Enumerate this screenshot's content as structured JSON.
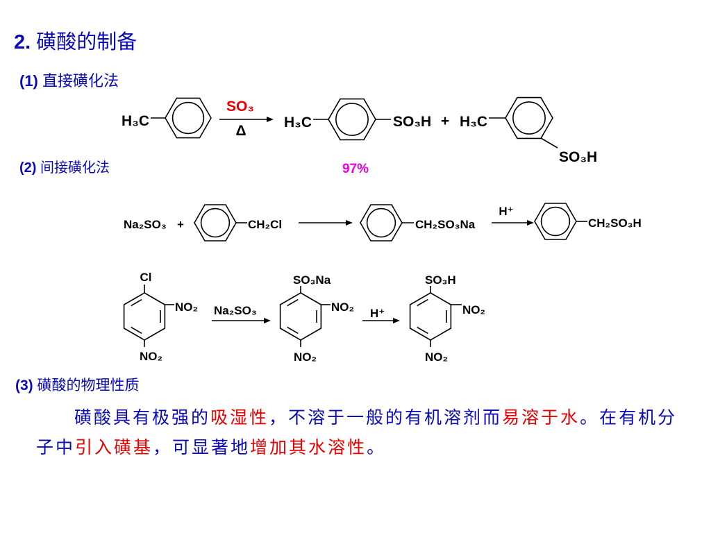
{
  "colors": {
    "heading": "#0a0ab4",
    "highlight": "#e60000",
    "reagent": "#e60000",
    "yield": "#e600e6",
    "structure": "#000000"
  },
  "heading": {
    "number": "2.",
    "title": "磺酸的制备"
  },
  "sections": {
    "direct": {
      "number": "(1)",
      "title": "直接磺化法"
    },
    "indirect": {
      "number": "(2)",
      "title": "间接磺化法"
    },
    "properties": {
      "number": "(3)",
      "title": "磺酸的物理性质"
    }
  },
  "reaction_direct": {
    "reactant": "H₃C",
    "reagent": "SO₃",
    "condition": "Δ",
    "para_product": {
      "methyl": "H₃C",
      "sulfo": "SO₃H"
    },
    "plus": "+",
    "meta_product": {
      "methyl": "H₃C",
      "sulfo": "SO₃H"
    },
    "para_yield": "97%"
  },
  "reaction_benzyl": {
    "reagent": "Na₂SO₃",
    "plus": "+",
    "reactant_group": "CH₂Cl",
    "intermediate_group": "CH₂SO₃Na",
    "acid": "H⁺",
    "product_group": "CH₂SO₃H"
  },
  "reaction_nitro": {
    "reactant": {
      "top": "Cl",
      "side": "NO₂",
      "bottom": "NO₂"
    },
    "reagent": "Na₂SO₃",
    "intermediate": {
      "top": "SO₃Na",
      "side": "NO₂",
      "bottom": "NO₂"
    },
    "acid": "H⁺",
    "product": {
      "top": "SO₃H",
      "side": "NO₂",
      "bottom": "NO₂"
    }
  },
  "paragraph": {
    "lines": [
      [
        {
          "text": "磺酸具有极强的",
          "emphasis": false
        },
        {
          "text": "吸湿性",
          "emphasis": true
        },
        {
          "text": "，不溶于一般的有机溶剂而",
          "emphasis": false
        },
        {
          "text": "易溶于水",
          "emphasis": true
        },
        {
          "text": "。在有机分",
          "emphasis": false
        }
      ],
      [
        {
          "text": "子中",
          "emphasis": false
        },
        {
          "text": "引入磺基",
          "emphasis": true
        },
        {
          "text": "，可显著地",
          "emphasis": false
        },
        {
          "text": "增加其水溶性",
          "emphasis": true
        },
        {
          "text": "。",
          "emphasis": false
        }
      ]
    ]
  }
}
